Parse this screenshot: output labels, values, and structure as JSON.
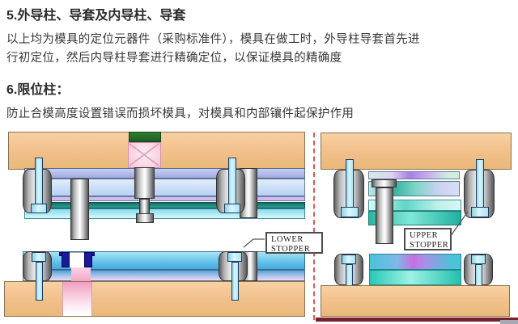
{
  "document": {
    "section_5": {
      "heading": "5.外导柱、导套及内导柱、导套",
      "body_line_1": "以上均为模具的定位元器件（采购标准件），模具在做工时，外导柱导套首先进",
      "body_line_2": "行初定位，然后内导柱导套进行精确定位，以保证模具的精确度"
    },
    "section_6": {
      "heading": "6.限位柱：",
      "body": "防止合模高度设置错误而损坏模具，对模具和内部镶件起保护作用"
    }
  },
  "diagram": {
    "labels": {
      "lower_stopper": {
        "line1": "LOWER",
        "line2": "STOPPER"
      },
      "upper_stopper": {
        "line1": "UPPER",
        "line2": "STOPPER"
      }
    },
    "colors": {
      "plate_tan": "#f2c28f",
      "plate_periwinkle": "#aebbe9",
      "plate_light_blue": "#c8dcf7",
      "plate_lavender": "#c9c0ed",
      "plate_dark_teal": "#1e8a7e",
      "plate_cyan": "#6fd8ec",
      "insert_navy": "#1a1a99",
      "insert_pink": "#f4a8c4",
      "metal_gray": "#9a9a9a",
      "bolt_blue": "#c8eff8",
      "green_block": "#2e7d32",
      "separator_red": "#e25555",
      "maroon_bar": "#7a1f2b"
    }
  }
}
